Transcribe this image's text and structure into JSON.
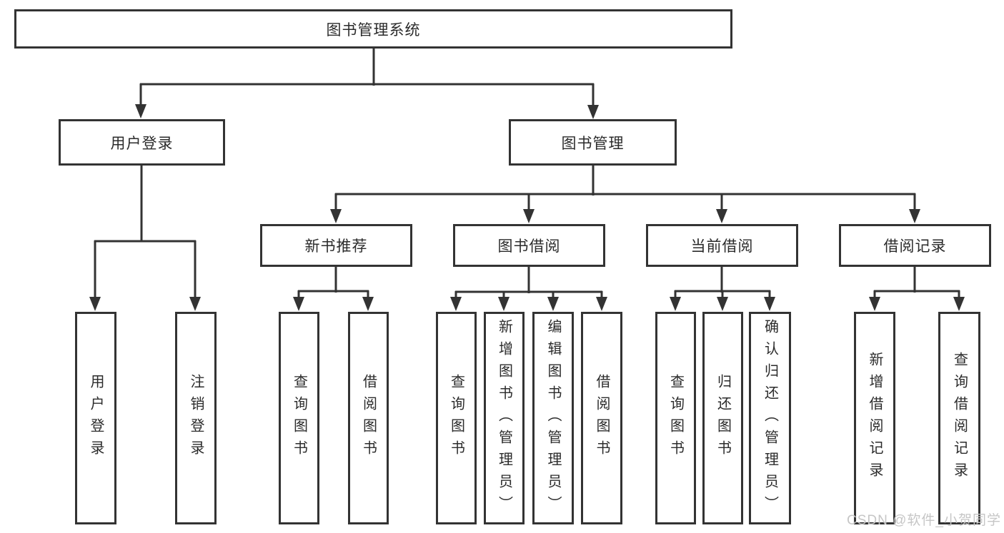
{
  "diagram": {
    "root": {
      "label": "图书管理系统"
    },
    "level2": [
      {
        "label": "用户登录"
      },
      {
        "label": "图书管理"
      }
    ],
    "level3": [
      {
        "label": "新书推荐",
        "parent": "图书管理"
      },
      {
        "label": "图书借阅",
        "parent": "图书管理"
      },
      {
        "label": "当前借阅",
        "parent": "图书管理"
      },
      {
        "label": "借阅记录",
        "parent": "图书管理"
      }
    ],
    "leaves": [
      {
        "label": "用户登录",
        "parent": "用户登录"
      },
      {
        "label": "注销登录",
        "parent": "用户登录"
      },
      {
        "label": "查询图书",
        "parent": "新书推荐"
      },
      {
        "label": "借阅图书",
        "parent": "新书推荐"
      },
      {
        "label": "查询图书",
        "parent": "图书借阅"
      },
      {
        "label": "新增图书（管理员）",
        "parent": "图书借阅"
      },
      {
        "label": "编辑图书（管理员）",
        "parent": "图书借阅"
      },
      {
        "label": "借阅图书",
        "parent": "图书借阅"
      },
      {
        "label": "查询图书",
        "parent": "当前借阅"
      },
      {
        "label": "归还图书",
        "parent": "当前借阅"
      },
      {
        "label": "确认归还（管理员）",
        "parent": "当前借阅"
      },
      {
        "label": "新增借阅记录",
        "parent": "借阅记录"
      },
      {
        "label": "查询借阅记录",
        "parent": "借阅记录"
      }
    ]
  },
  "watermark": {
    "text": "CSDN @软件_小贺同学"
  },
  "colors": {
    "line": "#333333",
    "text": "#2b2b2b",
    "watermark": "#c6c6c6",
    "background": "#ffffff"
  }
}
